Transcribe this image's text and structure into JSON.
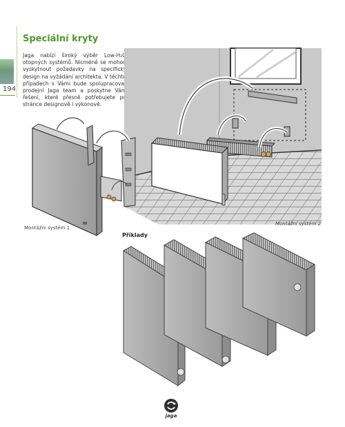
{
  "page": {
    "number": "194",
    "title": "Speciální kryty",
    "intro": "Jaga nabízí široký výběr Low-H₂O otopných systémů. Nicméně se mohou vyskytnout požadavky na specifický design na vyžádání architekta. V těchto případech s Vámi bude spolupracovat prodejní Jaga team a poskytne Vám řešení, které přesně potřebujete po stránce designově i výkonově."
  },
  "figure": {
    "caption_system_1": "Montážní systém 1",
    "caption_system_2": "Montážní systém 2",
    "examples_title": "Příklady"
  },
  "brand": {
    "logo_text": "jaga",
    "accent_color": "#4e9a2a"
  }
}
